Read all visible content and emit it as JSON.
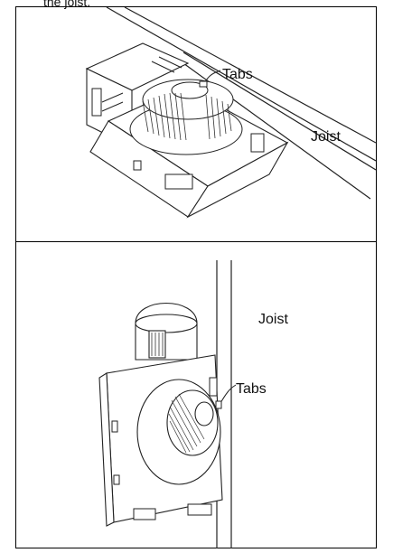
{
  "caption_fragment": "the joist.",
  "panel_top": {
    "label_tabs": "Tabs",
    "label_joist": "Joist"
  },
  "panel_bottom": {
    "label_joist": "Joist",
    "label_tabs": "Tabs"
  }
}
